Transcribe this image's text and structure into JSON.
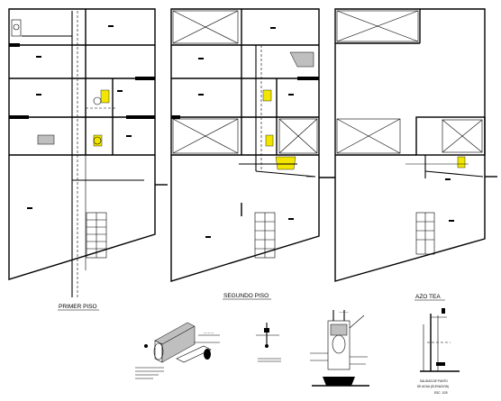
{
  "plans": {
    "first_floor_title": "PRIMER PISO",
    "second_floor_title": "SEGUNDO PISO",
    "roof_title": "AZO TEA"
  },
  "details": {
    "elevation_title_line1": "SALIDAS DE PUNTO",
    "elevation_title_line2": "DE AGUA (ELEVACION)",
    "elevation_scale": "ESC. 1/25"
  },
  "colors": {
    "lines": "#000000",
    "highlight": "#f2e600",
    "hatch": "#bfbfbf"
  }
}
